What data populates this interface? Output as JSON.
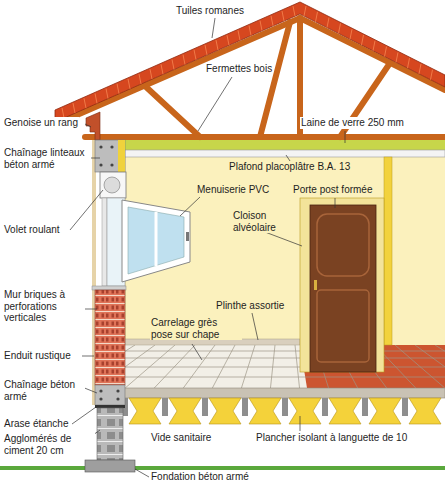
{
  "diagram": {
    "labels": [
      "Tuiles romanes",
      "Fermettes bois",
      "Genoise un rang",
      "Laine de verre 250 mm",
      "Chaînage linteaux béton armé",
      "Plafond placoplâtre B.A. 13",
      "Menuiserie PVC",
      "Volet roulant",
      "Cloison alvéolaire",
      "Porte post formée",
      "Mur briques à perforations verticales",
      "Plinthe assortie",
      "Carrelage grès pose sur chape",
      "Enduit rustique",
      "Chaînage béton armé",
      "Arase étanche",
      "Agglomérés de ciment 20 cm",
      "Vide sanitaire",
      "Plancher isolant à languette de 10",
      "Fondation béton armé"
    ]
  }
}
